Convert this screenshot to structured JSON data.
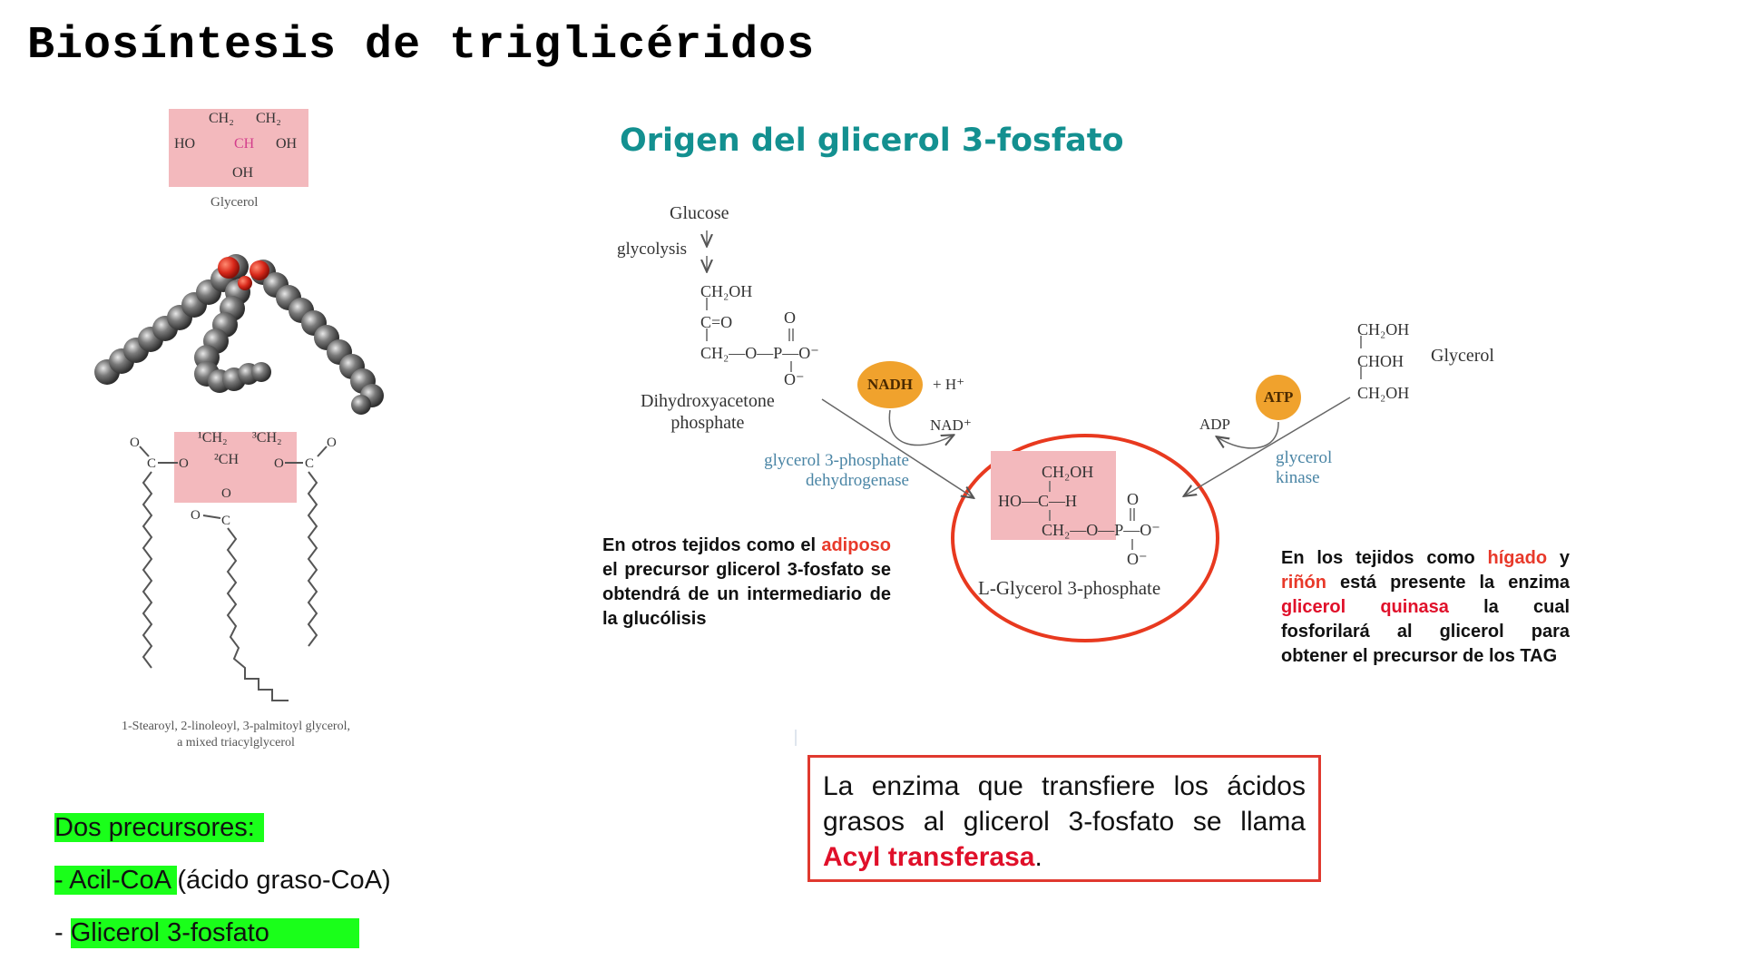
{
  "page": {
    "title": "Biosíntesis de triglicéridos"
  },
  "left": {
    "glycerol": {
      "ch2_left": "CH₂",
      "ch2_right": "CH₂",
      "ho": "HO",
      "ch": "CH",
      "oh_right": "OH",
      "oh_bottom": "OH",
      "caption": "Glycerol"
    },
    "triacylglycerol": {
      "ch2_1": "¹CH₂",
      "ch_2": "²CH",
      "ch2_3": "³CH₂",
      "caption_line1": "1-Stearoyl, 2-linoleoyl, 3-palmitoyl glycerol,",
      "caption_line2": "a mixed triacylglycerol"
    },
    "precursors": {
      "heading": "Dos precursores:",
      "item1_highlight": "- Acil-CoA ",
      "item1_rest": "(ácido graso-CoA)",
      "item2_dash": "- ",
      "item2_highlight": "Glicerol 3-fosfato"
    }
  },
  "right": {
    "subtitle": "Origen del glicerol 3-fosfato",
    "pathway": {
      "glucose": "Glucose",
      "glycolysis": "glycolysis",
      "dhap_struct": {
        "l1": "CH₂OH",
        "l2": "C=O",
        "l3": "CH₂—O—P—O⁻",
        "o_top": "O",
        "o_bottom": "O⁻"
      },
      "dhap_name_l1": "Dihydroxyacetone",
      "dhap_name_l2": "phosphate",
      "nadh": "NADH",
      "h_plus": "+ H⁺",
      "nad_plus": "NAD⁺",
      "enzyme1_l1": "glycerol 3-phosphate",
      "enzyme1_l2": "dehydrogenase",
      "atp": "ATP",
      "adp": "ADP",
      "enzyme2_l1": "glycerol",
      "enzyme2_l2": "kinase",
      "glycerol_struct": {
        "l1": "CH₂OH",
        "l2": "CHOH",
        "l3": "CH₂OH"
      },
      "glycerol_name": "Glycerol",
      "g3p_struct": {
        "l1": "CH₂OH",
        "l2": "HO—C—H",
        "l3": "CH₂—O—P—O⁻",
        "o_top": "O",
        "o_bottom": "O⁻"
      },
      "g3p_name": "L-Glycerol 3-phosphate"
    },
    "note_left": {
      "p1": "En otros tejidos como el ",
      "red": "adiposo",
      "p2": " el precursor glicerol 3-fosfato se obtendrá de un intermediario de la glucólisis"
    },
    "note_right": {
      "p1": "En los tejidos como ",
      "red1": "hígado",
      "p2": " y ",
      "red2": "riñón",
      "p3": " está presente la enzima ",
      "red3": "glicerol quinasa",
      "p4": " la cual fosforilará al glicerol para obtener el precursor de los TAG"
    },
    "callout": {
      "text": "La enzima que transfiere los ácidos grasos al glicerol 3-fosfato se llama ",
      "emph": "Acyl transferasa",
      "end": "."
    }
  },
  "colors": {
    "teal_title": "#139090",
    "highlight_green": "#1aff1a",
    "accent_red": "#e0392f",
    "badge_orange": "#f0a22d",
    "pink_box": "#f3b9bd",
    "enzyme_blue": "#4a85a5"
  }
}
